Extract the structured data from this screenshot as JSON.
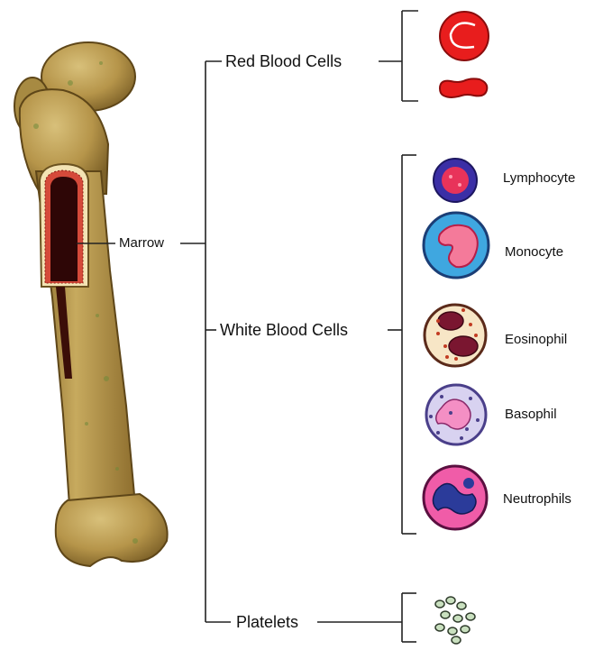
{
  "labels": {
    "marrow": "Marrow",
    "red_blood_cells": "Red Blood Cells",
    "white_blood_cells": "White Blood Cells",
    "platelets": "Platelets"
  },
  "white_cells": [
    {
      "name": "Lymphocyte"
    },
    {
      "name": "Monocyte"
    },
    {
      "name": "Eosinophil"
    },
    {
      "name": "Basophil"
    },
    {
      "name": "Neutrophils"
    }
  ],
  "colors": {
    "bone": "#b99a4d",
    "bone_dark": "#7a5f24",
    "marrow": "#3a0a0a",
    "rbc": "#e81d1d",
    "lines": "#222222"
  }
}
